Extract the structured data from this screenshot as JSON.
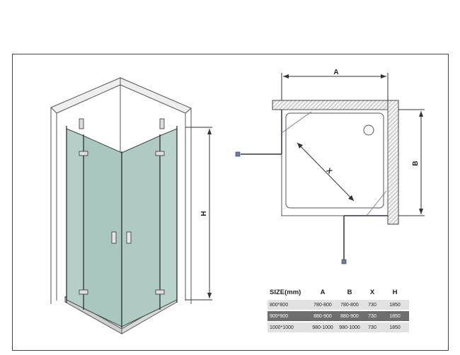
{
  "labels": {
    "height": "H",
    "width_a": "A",
    "depth_b": "B",
    "diagonal_x": "X"
  },
  "size_table": {
    "headers": [
      "SIZE(mm)",
      "A",
      "B",
      "X",
      "H"
    ],
    "rows": [
      [
        "800*800",
        "780-800",
        "780-800",
        "730",
        "1850"
      ],
      [
        "900*900",
        "880-900",
        "880-900",
        "730",
        "1850"
      ],
      [
        "1000*1000",
        "980-1000",
        "980-1000",
        "730",
        "1850"
      ]
    ]
  },
  "colors": {
    "glass": "#a9c6bf",
    "glass_light": "#c5dad5",
    "wall": "#d9d9d9",
    "line": "#333333",
    "table_dark_row": "#6e6e6e",
    "table_light_row": "#e2e2e2"
  }
}
